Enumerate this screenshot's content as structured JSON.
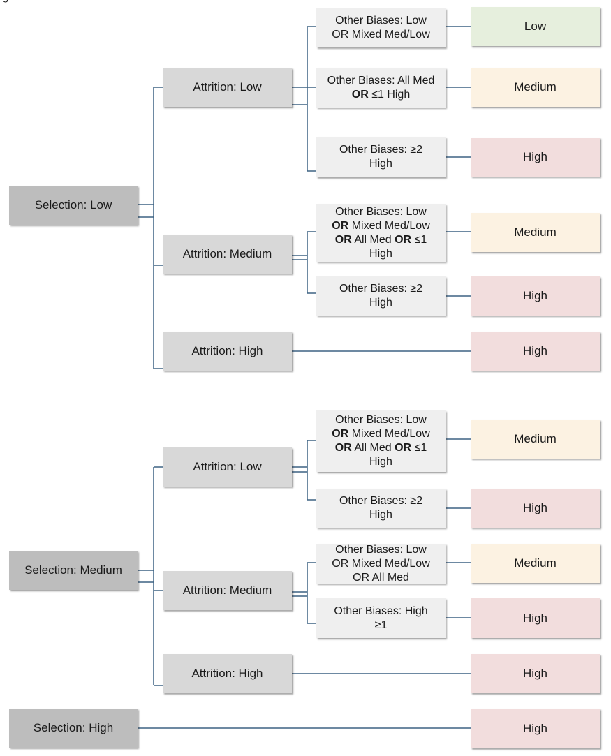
{
  "colors": {
    "connector": "#3d6283",
    "selection_box": "#bdbdbd",
    "attrition_box": "#d8d8d8",
    "other_box": "#efefef",
    "low": "#e6efdd",
    "medium": "#fcf2e2",
    "high": "#f2dddd"
  },
  "fig_label": "igure",
  "sections": {
    "sel_low": {
      "label": "Selection: Low",
      "att_low": {
        "label": "Attrition: Low",
        "ob1": {
          "line1": "Other Biases: Low",
          "line2": "OR Mixed Med/Low",
          "result": "Low"
        },
        "ob2": {
          "line1": "Other Biases: All Med",
          "op": "OR",
          "rest": " ≤1 High",
          "result": "Medium"
        },
        "ob3": {
          "line1": "Other Biases: ≥2",
          "line2": "High",
          "result": "High"
        }
      },
      "att_med": {
        "label": "Attrition: Medium",
        "ob1": {
          "line1": "Other Biases: Low",
          "op1": "OR",
          "l2rest": " Mixed Med/Low",
          "op2": "OR",
          "l3mid": " All Med ",
          "op3": "OR",
          "l3end": " ≤1",
          "line4": "High",
          "result": "Medium"
        },
        "ob2": {
          "line1": "Other Biases: ≥2",
          "line2": "High",
          "result": "High"
        }
      },
      "att_high": {
        "label": "Attrition: High",
        "result": "High"
      }
    },
    "sel_med": {
      "label": "Selection: Medium",
      "att_low": {
        "label": "Attrition: Low",
        "ob1": {
          "line1": "Other Biases: Low",
          "op1": "OR",
          "l2rest": " Mixed Med/Low",
          "op2": "OR",
          "l3mid": " All Med ",
          "op3": "OR",
          "l3end": " ≤1",
          "line4": "High",
          "result": "Medium"
        },
        "ob2": {
          "line1": "Other Biases: ≥2",
          "line2": "High",
          "result": "High"
        }
      },
      "att_med": {
        "label": "Attrition: Medium",
        "ob1": {
          "line1": "Other Biases: Low",
          "line2": "OR Mixed Med/Low",
          "line3": "OR All Med",
          "result": "Medium"
        },
        "ob2": {
          "line1": "Other Biases: High",
          "line2": "≥1",
          "result": "High"
        }
      },
      "att_high": {
        "label": "Attrition: High",
        "result": "High"
      }
    },
    "sel_high": {
      "label": "Selection: High",
      "result": "High"
    }
  }
}
